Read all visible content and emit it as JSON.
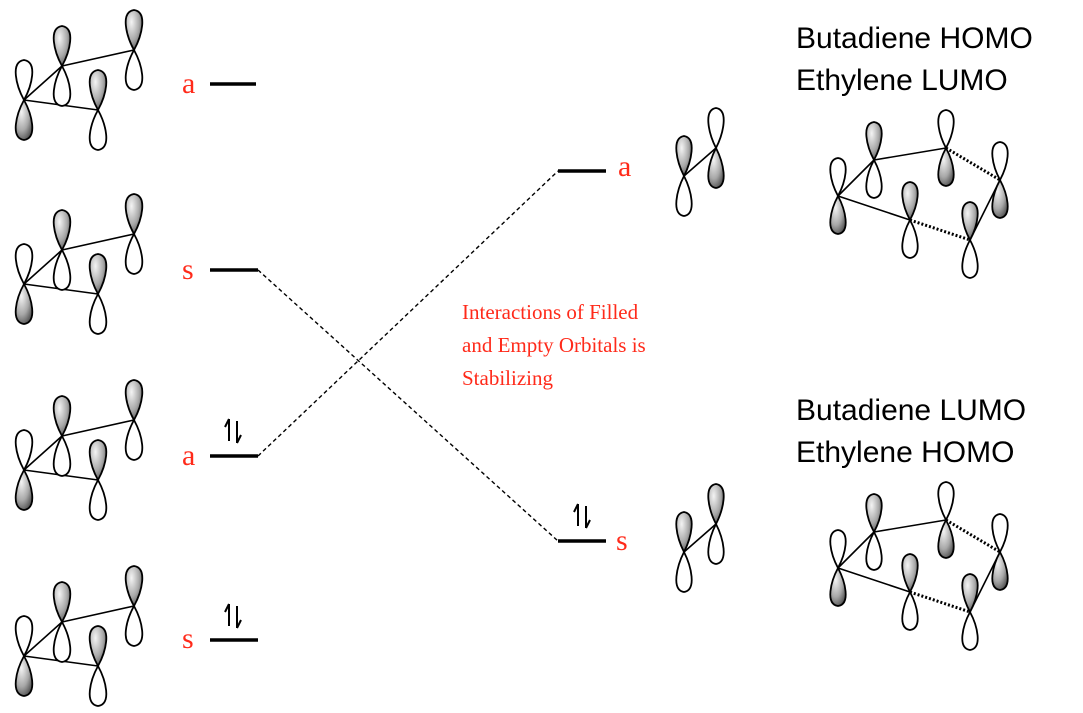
{
  "colors": {
    "label": "#ff2a1a",
    "line": "#000000",
    "lobe_shade": "#8a8a8a"
  },
  "butadiene_levels": [
    {
      "symmetry": "a",
      "electrons": 0
    },
    {
      "symmetry": "s",
      "electrons": 0
    },
    {
      "symmetry": "a",
      "electrons": 2
    },
    {
      "symmetry": "s",
      "electrons": 2
    }
  ],
  "ethylene_levels": [
    {
      "symmetry": "a",
      "electrons": 0
    },
    {
      "symmetry": "s",
      "electrons": 2
    }
  ],
  "interaction_note": [
    "Interactions of Filled",
    "and Empty Orbitals is",
    "Stabilizing"
  ],
  "pairings": [
    {
      "title1": "Butadiene HOMO",
      "title2": "Ethylene LUMO"
    },
    {
      "title1": "Butadiene LUMO",
      "title2": "Ethylene HOMO"
    }
  ]
}
